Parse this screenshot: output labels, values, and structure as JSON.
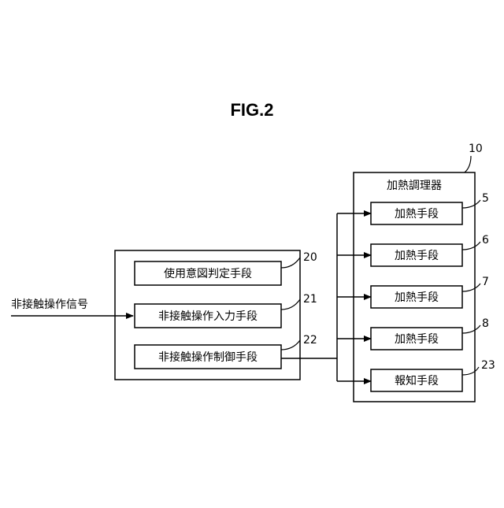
{
  "figure": {
    "title": "FIG.2"
  },
  "input_signal": {
    "label": "非接触操作信号"
  },
  "control_unit": {
    "blocks": [
      {
        "label": "使用意図判定手段",
        "ref": "20"
      },
      {
        "label": "非接触操作入力手段",
        "ref": "21"
      },
      {
        "label": "非接触操作制御手段",
        "ref": "22"
      }
    ]
  },
  "cooker": {
    "title": "加熱調理器",
    "ref": "10",
    "blocks": [
      {
        "label": "加熱手段",
        "ref": "5"
      },
      {
        "label": "加熱手段",
        "ref": "6"
      },
      {
        "label": "加熱手段",
        "ref": "7"
      },
      {
        "label": "加熱手段",
        "ref": "8"
      },
      {
        "label": "報知手段",
        "ref": "23"
      }
    ]
  }
}
